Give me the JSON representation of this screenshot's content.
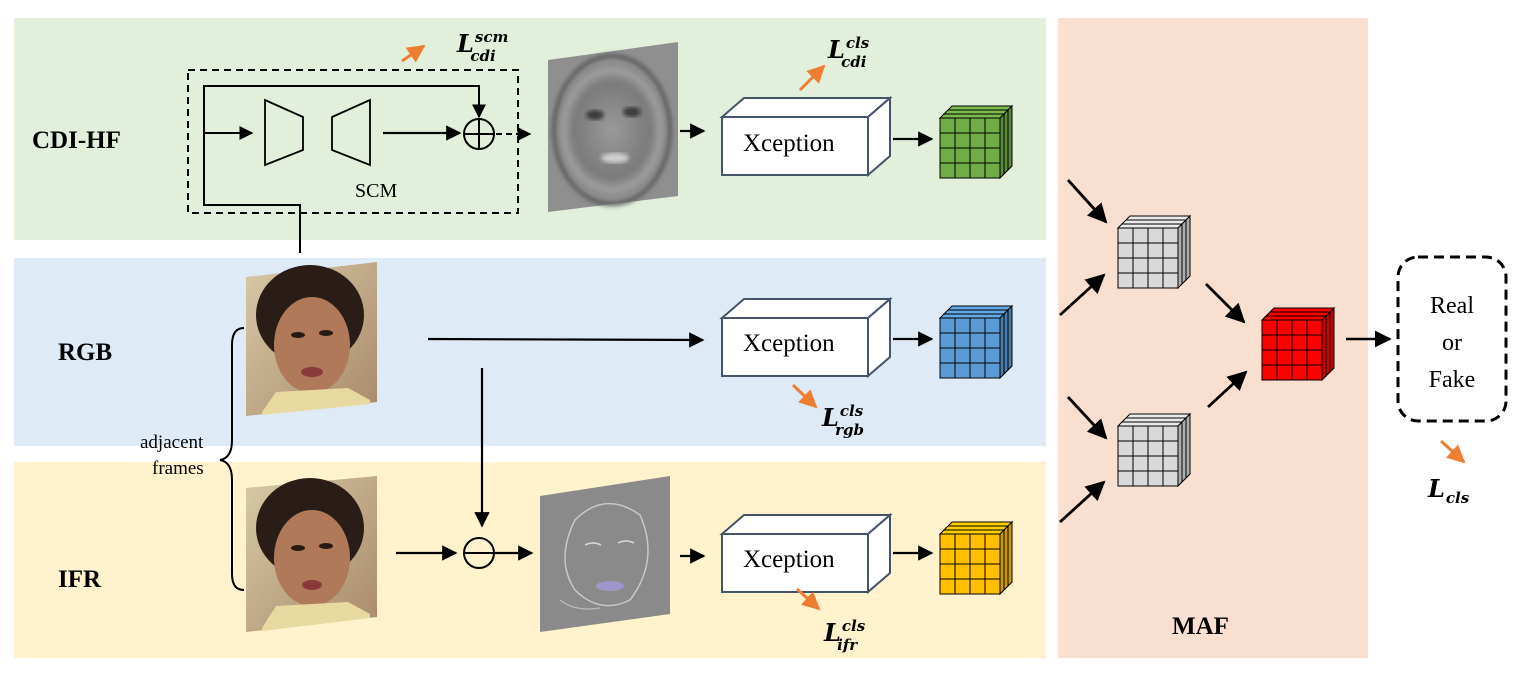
{
  "rows": {
    "cdi_hf": "CDI-HF",
    "rgb": "RGB",
    "ifr": "IFR"
  },
  "scm_label": "SCM",
  "adjacent_frames": [
    "adjacent",
    "frames"
  ],
  "xception": {
    "cdi": "Xception",
    "rgb": "Xception",
    "ifr": "Xception"
  },
  "losses": {
    "scm": {
      "base": "L",
      "sup": "scm",
      "sub": "cdi"
    },
    "cdi_cls": {
      "base": "L",
      "sup": "cls",
      "sub": "cdi"
    },
    "rgb_cls": {
      "base": "L",
      "sup": "cls",
      "sub": "rgb"
    },
    "ifr_cls": {
      "base": "L",
      "sup": "cls",
      "sub": "ifr"
    },
    "final": {
      "base": "L",
      "sub": "cls"
    }
  },
  "maf_label": "MAF",
  "output": [
    "Real",
    "or",
    "Fake"
  ],
  "colors": {
    "cdi_bg": "#e2efda",
    "rgb_bg": "#deebf7",
    "ifr_bg": "#fff2cc",
    "maf_bg": "#f8dfd0",
    "cube_green": "#70ad47",
    "cube_blue": "#5b9bd5",
    "cube_yellow": "#ffc000",
    "cube_gray": "#d9d9d9",
    "cube_red": "#ff0000",
    "loss_arrow": "#ed7d31"
  }
}
